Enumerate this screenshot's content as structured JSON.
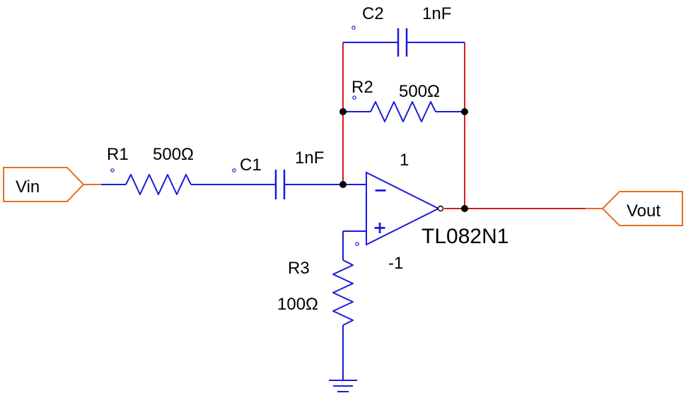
{
  "colors": {
    "component": "#1a1adc",
    "net_red": "#dc1a1a",
    "port": "#e8701a",
    "junction": "#000000",
    "text": "#000000",
    "background": "#ffffff"
  },
  "ports": {
    "input": "Vin",
    "output": "Vout"
  },
  "components": {
    "r1": {
      "ref": "R1",
      "value": "500Ω"
    },
    "c1": {
      "ref": "C1",
      "value": "1nF"
    },
    "c2": {
      "ref": "C2",
      "value": "1nF"
    },
    "r2": {
      "ref": "R2",
      "value": "500Ω"
    },
    "r3": {
      "ref": "R3",
      "value": "100Ω"
    },
    "opamp": {
      "name": "TL082N1",
      "pin_upper": "1",
      "pin_lower": "-1",
      "minus_sign": "−",
      "plus_sign": "+"
    }
  }
}
